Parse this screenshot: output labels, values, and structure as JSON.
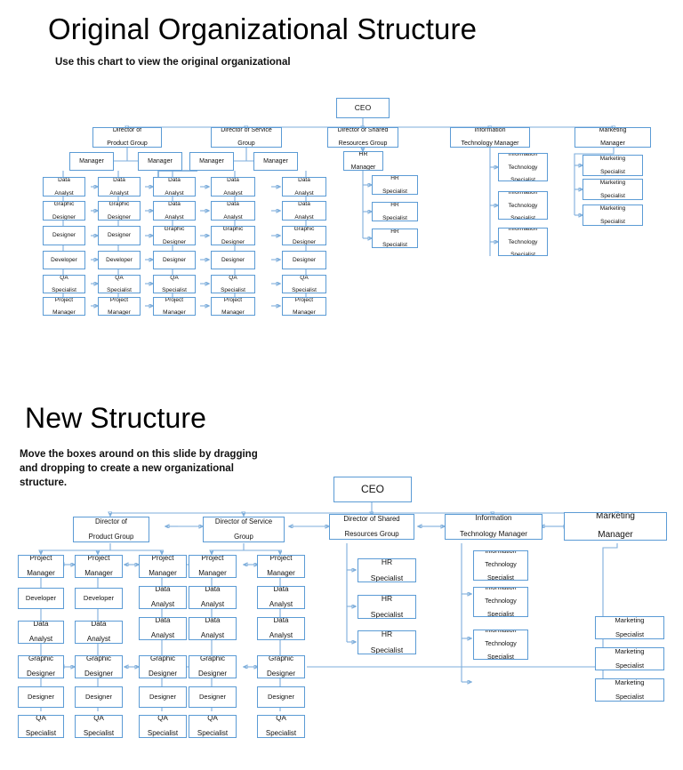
{
  "slide": {
    "accent_color": "#5b9bd5",
    "connector_color": "#7eaedb",
    "background": "#ffffff"
  },
  "section_top": {
    "title": "Original Organizational Structure",
    "subtitle": "Use this chart to view the original organizational",
    "chart_data": {
      "type": "diagram",
      "diagram_kind": "organizational-chart",
      "root": "CEO",
      "branches": [
        {
          "name": "Director of Product Group",
          "children": [
            {
              "name": "Manager",
              "reports": [
                "Data Analyst",
                "Graphic Designer",
                "Designer",
                "Developer",
                "QA Specialist",
                "Project Manager"
              ]
            },
            {
              "name": "Manager",
              "reports": [
                "Data Analyst",
                "Graphic Designer",
                "Designer",
                "Developer",
                "QA Specialist",
                "Project Manager"
              ]
            }
          ]
        },
        {
          "name": "Director of Service Group",
          "children": [
            {
              "name": "Manager",
              "reports": [
                "Data Analyst",
                "Data Analyst",
                "Graphic Designer",
                "Designer",
                "QA Specialist",
                "Project Manager"
              ]
            },
            {
              "name": "Manager",
              "reports": [
                "Data Analyst",
                "Data Analyst",
                "Graphic Designer",
                "Designer",
                "QA Specialist",
                "Project Manager"
              ]
            }
          ]
        },
        {
          "name": "Director of Shared Resources Group",
          "children": [
            {
              "name": "HR Manager",
              "reports": [
                "HR Specialist",
                "HR Specialist",
                "HR Specialist"
              ]
            }
          ]
        },
        {
          "name": "Information Technology Manager",
          "children": [],
          "reports": [
            "Information Technology Specialist",
            "Information Technology Specialist",
            "Information Technology Specialist"
          ]
        },
        {
          "name": "Marketing Manager",
          "children": [],
          "reports": [
            "Marketing Specialist",
            "Marketing Specialist",
            "Marketing Specialist"
          ]
        }
      ],
      "extra_column": {
        "note": "fifth staff column",
        "reports": [
          "Data Analyst",
          "Data Analyst",
          "Graphic Designer",
          "Designer",
          "QA Specialist",
          "Project Manager"
        ]
      }
    },
    "boxes": {
      "ceo": "CEO",
      "dir_product": [
        "Director of",
        "Product Group"
      ],
      "dir_service": [
        "Director of Service",
        "Group"
      ],
      "dir_shared": [
        "Director of Shared",
        "Resources Group"
      ],
      "it_manager": [
        "Information",
        "Technology Manager"
      ],
      "mkt_manager": [
        "Marketing",
        "Manager"
      ],
      "manager": "Manager",
      "hr_manager": [
        "HR",
        "Manager"
      ],
      "hr_specialist": [
        "HR",
        "Specialist"
      ],
      "it_specialist": [
        "Information",
        "Technology",
        "Specialist"
      ],
      "mkt_specialist": [
        "Marketing",
        "Specialist"
      ],
      "data_analyst": [
        "Data",
        "Analyst"
      ],
      "graphic_designer": [
        "Graphic",
        "Designer"
      ],
      "designer": "Designer",
      "developer": "Developer",
      "qa_specialist": [
        "QA",
        "Specialist"
      ],
      "project_manager": [
        "Project",
        "Manager"
      ]
    }
  },
  "section_bottom": {
    "title": "New Structure",
    "subtitle": "Move the boxes around on this slide by dragging and dropping to create a new organizational structure.",
    "subtitle_lines": [
      "Move the boxes around on this slide by dragging",
      "and dropping to create a new organizational",
      "structure."
    ],
    "chart_data": {
      "type": "diagram",
      "diagram_kind": "organizational-chart",
      "root": "CEO",
      "branches": [
        {
          "name": "Director of Product Group",
          "children": [
            {
              "name": "Project Manager",
              "reports": [
                "Developer",
                "Data Analyst",
                "Graphic Designer",
                "Designer",
                "QA Specialist"
              ]
            },
            {
              "name": "Project Manager",
              "reports": [
                "Developer",
                "Data Analyst",
                "Graphic Designer",
                "Designer",
                "QA Specialist"
              ]
            },
            {
              "name": "Project Manager",
              "reports": [
                "Data Analyst",
                "Data Analyst",
                "Graphic Designer",
                "Designer",
                "QA Specialist"
              ]
            }
          ]
        },
        {
          "name": "Director of Service Group",
          "children": [
            {
              "name": "Project Manager",
              "reports": [
                "Data Analyst",
                "Data Analyst",
                "Graphic Designer",
                "Designer",
                "QA Specialist"
              ]
            },
            {
              "name": "Project Manager",
              "reports": [
                "Data Analyst",
                "Data Analyst",
                "Graphic Designer",
                "Designer",
                "QA Specialist"
              ]
            }
          ]
        },
        {
          "name": "Director of Shared Resources Group",
          "reports": [
            "HR Specialist",
            "HR Specialist",
            "HR Specialist"
          ]
        },
        {
          "name": "Information Technology Manager",
          "reports": [
            "Information Technology Specialist",
            "Information Technology Specialist",
            "Information Technology Specialist"
          ]
        },
        {
          "name": "Marketing Manager",
          "reports": [
            "Marketing Specialist",
            "Marketing Specialist",
            "Marketing Specialist"
          ]
        }
      ]
    },
    "boxes": {
      "ceo": "CEO",
      "dir_product": [
        "Director of",
        "Product Group"
      ],
      "dir_service": [
        "Director of Service",
        "Group"
      ],
      "dir_shared": [
        "Director of Shared",
        "Resources Group"
      ],
      "it_manager": [
        "Information",
        "Technology Manager"
      ],
      "mkt_manager": [
        "Marketing",
        "Manager"
      ],
      "project_manager": [
        "Project",
        "Manager"
      ],
      "developer": "Developer",
      "data_analyst": [
        "Data",
        "Analyst"
      ],
      "graphic_designer": [
        "Graphic",
        "Designer"
      ],
      "designer": "Designer",
      "qa_specialist": [
        "QA",
        "Specialist"
      ],
      "hr_specialist": [
        "HR",
        "Specialist"
      ],
      "it_specialist": [
        "Information",
        "Technology",
        "Specialist"
      ],
      "mkt_specialist": [
        "Marketing",
        "Specialist"
      ]
    }
  }
}
